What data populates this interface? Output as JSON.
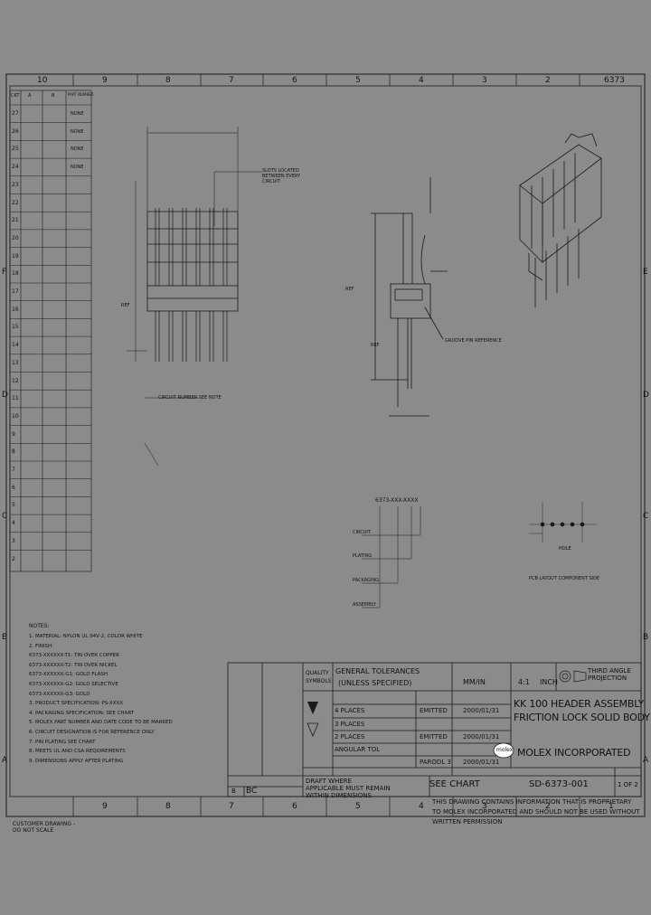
{
  "drawing": {
    "corner_number": "6373",
    "column_labels": [
      "10",
      "9",
      "8",
      "7",
      "6",
      "5",
      "4",
      "3",
      "2",
      "1"
    ],
    "row_labels": [
      "F",
      "E",
      "D",
      "C",
      "B",
      "A"
    ]
  },
  "circuit_table": {
    "headers": [
      "CKT",
      "A",
      "B",
      "PART NUMBER"
    ],
    "rows": [
      {
        "ckt": "27",
        "part": "NONE"
      },
      {
        "ckt": "26",
        "part": "NONE"
      },
      {
        "ckt": "25",
        "part": "NONE"
      },
      {
        "ckt": "24",
        "part": "NONE"
      },
      {
        "ckt": "23",
        "part": ""
      },
      {
        "ckt": "22",
        "part": ""
      },
      {
        "ckt": "21",
        "part": ""
      },
      {
        "ckt": "20",
        "part": ""
      },
      {
        "ckt": "19",
        "part": ""
      },
      {
        "ckt": "18",
        "part": ""
      },
      {
        "ckt": "17",
        "part": ""
      },
      {
        "ckt": "16",
        "part": ""
      },
      {
        "ckt": "15",
        "part": ""
      },
      {
        "ckt": "14",
        "part": ""
      },
      {
        "ckt": "13",
        "part": ""
      },
      {
        "ckt": "12",
        "part": ""
      },
      {
        "ckt": "11",
        "part": ""
      },
      {
        "ckt": "10",
        "part": ""
      },
      {
        "ckt": "9",
        "part": ""
      },
      {
        "ckt": "8",
        "part": ""
      },
      {
        "ckt": "7",
        "part": ""
      },
      {
        "ckt": "6",
        "part": ""
      },
      {
        "ckt": "5",
        "part": ""
      },
      {
        "ckt": "4",
        "part": ""
      },
      {
        "ckt": "3",
        "part": ""
      },
      {
        "ckt": "2",
        "part": ""
      }
    ]
  },
  "callouts": {
    "slots": "SLOTS LOCATED BETWEEN EVERY CIRCUIT",
    "groove": "GROOVE PIN REFERENCE",
    "bottom_ref": "CIRCUIT NUMBER SEE NOTE",
    "ref1": "REF",
    "ref2": "REF",
    "ref3": "REF"
  },
  "notes": {
    "title": "NOTES:",
    "lines": [
      "1. MATERIAL: NYLON UL 94V-2, COLOR WHITE",
      "2. FINISH:",
      "   6373-XXXXXX-T1: TIN OVER COPPER",
      "   6373-XXXXXX-T2: TIN OVER NICKEL",
      "   6373-XXXXXX-G1: GOLD FLASH",
      "   6373-XXXXXX-G2: GOLD SELECTIVE",
      "   6373-XXXXXX-G3: GOLD",
      "3. PRODUCT SPECIFICATION: PS-XXXX",
      "4. PACKAGING SPECIFICATION: SEE CHART",
      "5. MOLEX PART NUMBER AND DATE CODE TO BE MARKED",
      "6. CIRCUIT DESIGNATION IS FOR REFERENCE ONLY",
      "7. PIN PLATING SEE CHART",
      "8. MEETS UL AND CSA REQUIREMENTS",
      "9. DIMENSIONS APPLY AFTER PLATING"
    ]
  },
  "title_block": {
    "general_tolerances": "GENERAL TOLERANCES",
    "unless_specified": "(UNLESS SPECIFIED)",
    "dimension_style": "MM/IN",
    "scale": "4:1",
    "design_units": "INCH",
    "quality_symbols": "QUALITY SYMBOLS",
    "third_angle": "THIRD ANGLE PROJECTION",
    "title_line1": "KK 100 HEADER ASSEMBLY",
    "title_line2": "FRICTION LOCK SOLID BODY",
    "company": "MOLEX INCORPORATED",
    "logo_text": "molex",
    "material_number": "SEE CHART",
    "document_number": "SD-6373-001",
    "sheet": "1 OF 2",
    "drafted": "EMITTED",
    "checked": "EMITTED",
    "approved": "PARODL 3",
    "date1": "2000/01/31",
    "date2": "2000/01/31",
    "date3": "2000/01/31",
    "tol_rows": [
      "4 PLACES",
      "3 PLACES",
      "2 PLACES",
      "ANGULAR TOL"
    ],
    "draft_note": "DRAFT WHERE APPLICABLE MUST REMAIN WITHIN DIMENSIONS",
    "proprietary": "THIS DRAWING CONTAINS INFORMATION THAT IS PROPRIETARY TO MOLEX INCORPORATED AND SHOULD NOT BE USED WITHOUT WRITTEN PERMISSION",
    "revision": "BC",
    "rev_letter": "B",
    "bottom_left": "CUSTOMER DRAWING - DO NOT SCALE"
  },
  "part_number_legend": {
    "pattern": "6373-XXX-XXXX",
    "labels": [
      "CIRCUIT",
      "PLATING",
      "PACKAGING",
      "ASSEMBLY"
    ]
  },
  "pcb_layout": {
    "caption": "PCB LAYOUT COMPONENT SIDE",
    "hole": "HOLE"
  }
}
